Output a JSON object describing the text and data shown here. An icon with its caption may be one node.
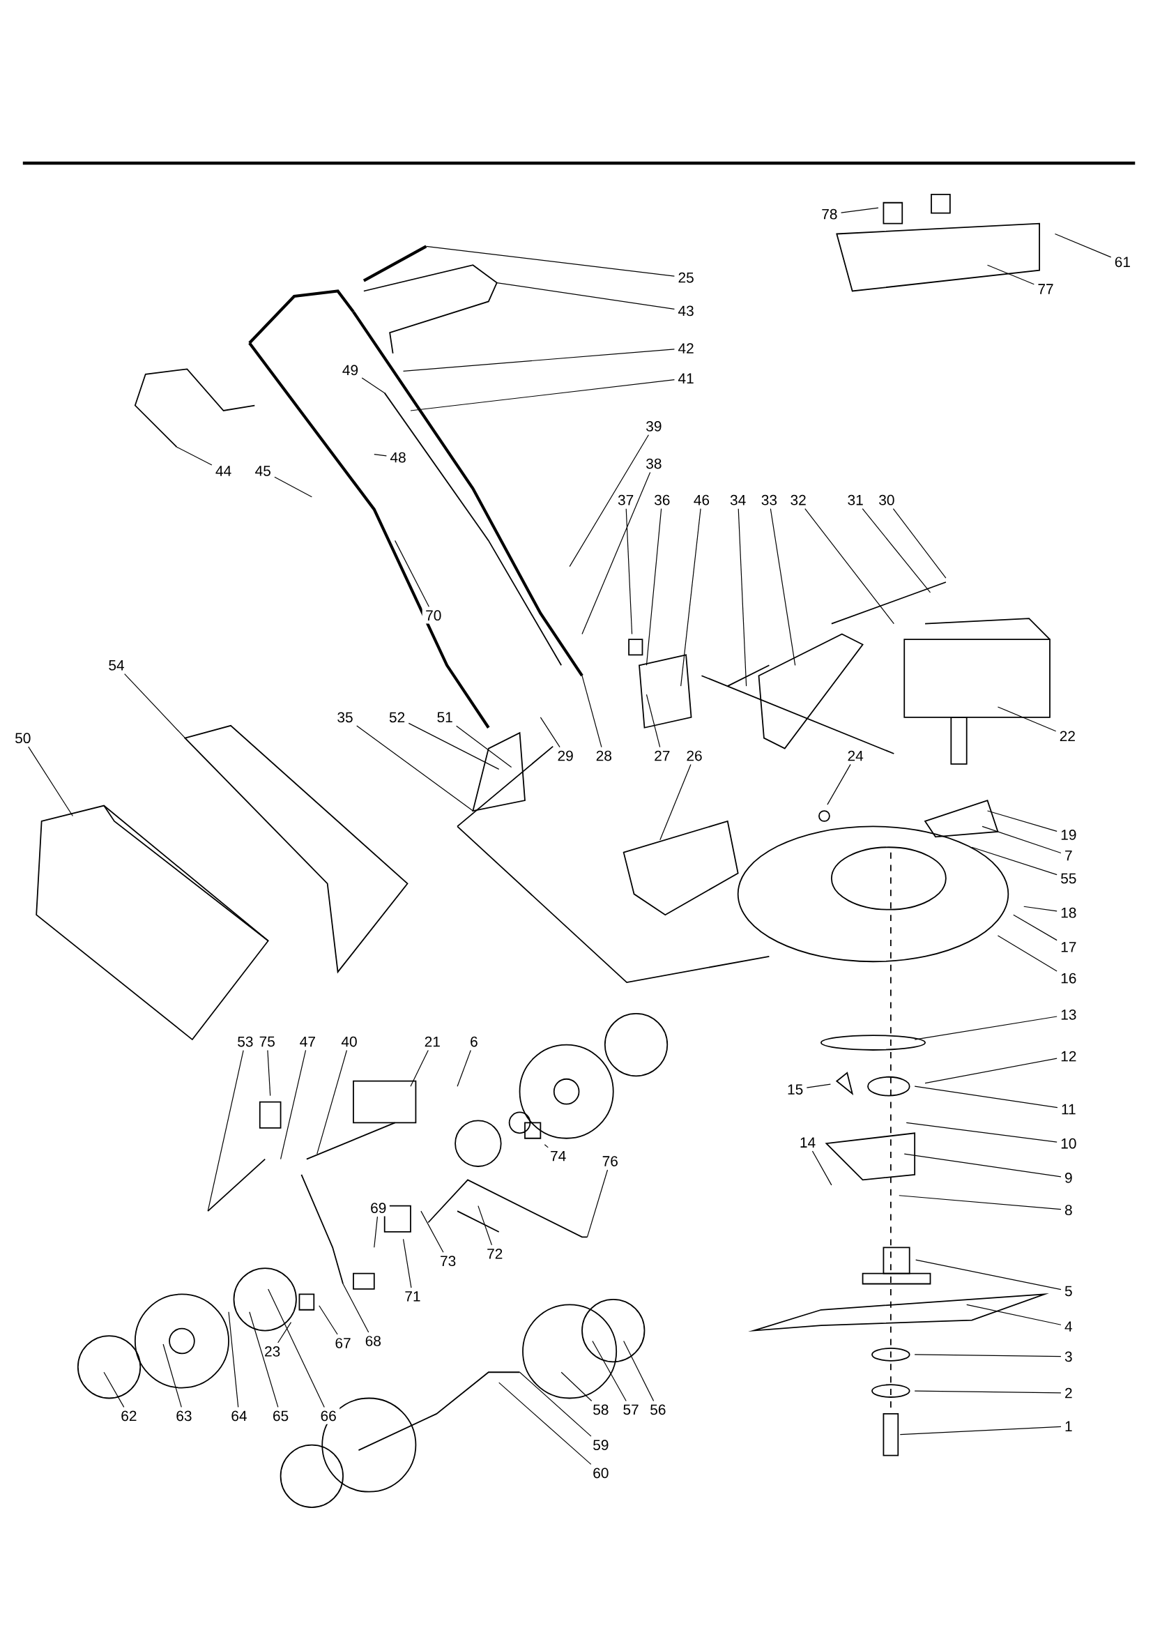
{
  "diagram": {
    "nodes": [
      {
        "text": [
          "25"
        ]
      },
      {
        "text": [
          "43"
        ]
      },
      {
        "text": [
          "42"
        ]
      },
      {
        "text": [
          "41"
        ]
      },
      {
        "text": [
          "49"
        ]
      },
      {
        "text": [
          "39"
        ]
      },
      {
        "text": [
          "38"
        ]
      },
      {
        "text": [
          "37"
        ]
      },
      {
        "text": [
          "36"
        ]
      },
      {
        "text": [
          "46"
        ]
      },
      {
        "text": [
          "34"
        ]
      },
      {
        "text": [
          "33"
        ]
      },
      {
        "text": [
          "32"
        ]
      },
      {
        "text": [
          "31"
        ]
      },
      {
        "text": [
          "30"
        ]
      },
      {
        "text": [
          "44"
        ]
      },
      {
        "text": [
          "45"
        ]
      },
      {
        "text": [
          "48"
        ]
      },
      {
        "text": [
          "70"
        ]
      },
      {
        "text": [
          "54"
        ]
      },
      {
        "text": [
          "50"
        ]
      },
      {
        "text": [
          "35"
        ]
      },
      {
        "text": [
          "52"
        ]
      },
      {
        "text": [
          "51"
        ]
      },
      {
        "text": [
          "29"
        ]
      },
      {
        "text": [
          "28"
        ]
      },
      {
        "text": [
          "27"
        ]
      },
      {
        "text": [
          "26"
        ]
      },
      {
        "text": [
          "22"
        ]
      },
      {
        "text": [
          "24"
        ]
      },
      {
        "text": [
          "19"
        ]
      },
      {
        "text": [
          "7"
        ]
      },
      {
        "text": [
          "55"
        ]
      },
      {
        "text": [
          "18"
        ]
      },
      {
        "text": [
          "17"
        ]
      },
      {
        "text": [
          "16"
        ]
      },
      {
        "text": [
          "13"
        ]
      },
      {
        "text": [
          "12"
        ]
      },
      {
        "text": [
          "11"
        ]
      },
      {
        "text": [
          "10"
        ]
      },
      {
        "text": [
          "9"
        ]
      },
      {
        "text": [
          "8"
        ]
      },
      {
        "text": [
          "5"
        ]
      },
      {
        "text": [
          "4"
        ]
      },
      {
        "text": [
          "3"
        ]
      },
      {
        "text": [
          "2"
        ]
      },
      {
        "text": [
          "1"
        ]
      },
      {
        "text": [
          "15"
        ]
      },
      {
        "text": [
          "14"
        ]
      },
      {
        "text": [
          "78"
        ]
      },
      {
        "text": [
          "77"
        ]
      },
      {
        "text": [
          "61"
        ]
      },
      {
        "text": [
          "53"
        ]
      },
      {
        "text": [
          "75"
        ]
      },
      {
        "text": [
          "47"
        ]
      },
      {
        "text": [
          "40"
        ]
      },
      {
        "text": [
          "21"
        ]
      },
      {
        "text": [
          "6"
        ]
      },
      {
        "text": [
          "74"
        ]
      },
      {
        "text": [
          "76"
        ]
      },
      {
        "text": [
          "72"
        ]
      },
      {
        "text": [
          "73"
        ]
      },
      {
        "text": [
          "71"
        ]
      },
      {
        "text": [
          "69"
        ]
      },
      {
        "text": [
          "68"
        ]
      },
      {
        "text": [
          "67"
        ]
      },
      {
        "text": [
          "23"
        ]
      },
      {
        "text": [
          "66"
        ]
      },
      {
        "text": [
          "65"
        ]
      },
      {
        "text": [
          "64"
        ]
      },
      {
        "text": [
          "63"
        ]
      },
      {
        "text": [
          "62"
        ]
      },
      {
        "text": [
          "58"
        ]
      },
      {
        "text": [
          "57"
        ]
      },
      {
        "text": [
          "56"
        ]
      },
      {
        "text": [
          "59"
        ]
      },
      {
        "text": [
          "60"
        ]
      }
    ],
    "edges": [
      {
        "from": 0,
        "to": null,
        "arrow": "none"
      },
      {
        "from": 1,
        "to": null,
        "arrow": "none"
      },
      {
        "from": 2,
        "to": null,
        "arrow": "none"
      },
      {
        "from": 3,
        "to": null,
        "arrow": "none"
      },
      {
        "from": 4,
        "to": null,
        "arrow": "none"
      },
      {
        "from": 5,
        "to": null,
        "arrow": "none"
      },
      {
        "from": 6,
        "to": null,
        "arrow": "none"
      },
      {
        "from": 7,
        "to": null,
        "arrow": "none"
      },
      {
        "from": 8,
        "to": null,
        "arrow": "none"
      },
      {
        "from": 9,
        "to": null,
        "arrow": "none"
      },
      {
        "from": 10,
        "to": null,
        "arrow": "none"
      },
      {
        "from": 11,
        "to": null,
        "arrow": "none"
      },
      {
        "from": 12,
        "to": null,
        "arrow": "none"
      },
      {
        "from": 13,
        "to": null,
        "arrow": "none"
      },
      {
        "from": 14,
        "to": null,
        "arrow": "none"
      },
      {
        "from": 15,
        "to": null,
        "arrow": "none"
      },
      {
        "from": 16,
        "to": null,
        "arrow": "none"
      },
      {
        "from": 17,
        "to": null,
        "arrow": "none"
      },
      {
        "from": 18,
        "to": null,
        "arrow": "none"
      },
      {
        "from": 19,
        "to": null,
        "arrow": "none"
      },
      {
        "from": 20,
        "to": null,
        "arrow": "none"
      },
      {
        "from": 21,
        "to": null,
        "arrow": "none"
      },
      {
        "from": 22,
        "to": null,
        "arrow": "none"
      },
      {
        "from": 23,
        "to": null,
        "arrow": "none"
      },
      {
        "from": 24,
        "to": null,
        "arrow": "none"
      },
      {
        "from": 25,
        "to": null,
        "arrow": "none"
      },
      {
        "from": 26,
        "to": null,
        "arrow": "none"
      },
      {
        "from": 27,
        "to": null,
        "arrow": "none"
      },
      {
        "from": 28,
        "to": null,
        "arrow": "none"
      },
      {
        "from": 29,
        "to": null,
        "arrow": "none"
      },
      {
        "from": 30,
        "to": null,
        "arrow": "none"
      },
      {
        "from": 31,
        "to": null,
        "arrow": "none"
      },
      {
        "from": 32,
        "to": null,
        "arrow": "none"
      },
      {
        "from": 33,
        "to": null,
        "arrow": "none"
      },
      {
        "from": 34,
        "to": null,
        "arrow": "none"
      },
      {
        "from": 35,
        "to": null,
        "arrow": "none"
      },
      {
        "from": 36,
        "to": null,
        "arrow": "none"
      },
      {
        "from": 37,
        "to": null,
        "arrow": "none"
      },
      {
        "from": 38,
        "to": null,
        "arrow": "none"
      },
      {
        "from": 39,
        "to": null,
        "arrow": "none"
      },
      {
        "from": 40,
        "to": null,
        "arrow": "none"
      },
      {
        "from": 41,
        "to": null,
        "arrow": "none"
      },
      {
        "from": 42,
        "to": null,
        "arrow": "none"
      },
      {
        "from": 43,
        "to": null,
        "arrow": "none"
      },
      {
        "from": 44,
        "to": null,
        "arrow": "none"
      },
      {
        "from": 45,
        "to": null,
        "arrow": "none"
      },
      {
        "from": 46,
        "to": null,
        "arrow": "none"
      },
      {
        "from": 47,
        "to": null,
        "arrow": "none"
      },
      {
        "from": 48,
        "to": null,
        "arrow": "none"
      },
      {
        "from": 49,
        "to": null,
        "arrow": "none"
      },
      {
        "from": 50,
        "to": null,
        "arrow": "none"
      },
      {
        "from": 51,
        "to": null,
        "arrow": "none"
      },
      {
        "from": 52,
        "to": null,
        "arrow": "none"
      },
      {
        "from": 53,
        "to": null,
        "arrow": "none"
      },
      {
        "from": 54,
        "to": null,
        "arrow": "none"
      },
      {
        "from": 55,
        "to": null,
        "arrow": "none"
      },
      {
        "from": 56,
        "to": null,
        "arrow": "none"
      },
      {
        "from": 57,
        "to": null,
        "arrow": "none"
      },
      {
        "from": 58,
        "to": null,
        "arrow": "none"
      },
      {
        "from": 59,
        "to": null,
        "arrow": "none"
      },
      {
        "from": 60,
        "to": null,
        "arrow": "none"
      },
      {
        "from": 61,
        "to": null,
        "arrow": "none"
      },
      {
        "from": 62,
        "to": null,
        "arrow": "none"
      },
      {
        "from": 63,
        "to": null,
        "arrow": "none"
      },
      {
        "from": 64,
        "to": null,
        "arrow": "none"
      },
      {
        "from": 65,
        "to": null,
        "arrow": "none"
      },
      {
        "from": 66,
        "to": null,
        "arrow": "none"
      },
      {
        "from": 67,
        "to": null,
        "arrow": "none"
      },
      {
        "from": 68,
        "to": null,
        "arrow": "none"
      },
      {
        "from": 69,
        "to": null,
        "arrow": "none"
      },
      {
        "from": 70,
        "to": null,
        "arrow": "none"
      },
      {
        "from": 71,
        "to": null,
        "arrow": "none"
      },
      {
        "from": 72,
        "to": null,
        "arrow": "none"
      },
      {
        "from": 73,
        "to": null,
        "arrow": "none"
      },
      {
        "from": 74,
        "to": null,
        "arrow": "none"
      },
      {
        "from": 75,
        "to": null,
        "arrow": "none"
      },
      {
        "from": 76,
        "to": null,
        "arrow": "none"
      }
    ]
  }
}
